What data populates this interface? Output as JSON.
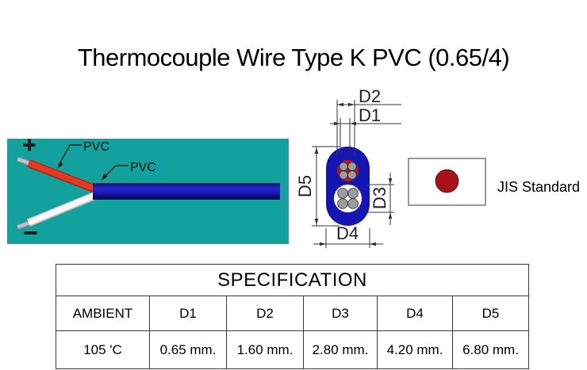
{
  "title": "Thermocouple Wire Type K PVC (0.65/4)",
  "wire_panel": {
    "polarity_positive_icon": "plus",
    "polarity_negative_icon": "minus",
    "pvc_label_wire": "PVC",
    "pvc_label_jacket": "PVC"
  },
  "cross_section": {
    "dim_d1": "D1",
    "dim_d2": "D2",
    "dim_d3": "D3",
    "dim_d4": "D4",
    "dim_d5": "D5"
  },
  "standard": {
    "flag_icon": "japan-flag",
    "label": "JIS Standard"
  },
  "spec_table": {
    "title": "SPECIFICATION",
    "columns": [
      "AMBIENT",
      "D1",
      "D2",
      "D3",
      "D4",
      "D5"
    ],
    "rows": [
      [
        "105 'C",
        "0.65 mm.",
        "1.60 mm.",
        "2.80 mm.",
        "4.20 mm.",
        "6.80 mm."
      ]
    ]
  },
  "colors": {
    "panel_teal": "#12A19C",
    "cable_blue": "#2525CE",
    "cable_blue_dark": "#03034E",
    "wire_red": "#E23A22",
    "wire_red_edge": "#A8281A",
    "wire_white": "#F8F8F8",
    "wire_white_edge": "#B9B9B9",
    "bare_wire_gray": "#C2C2CA",
    "section_blue": "#1515B2",
    "core_red": "#C11414",
    "core_white": "#FFFFFF",
    "strand_gray": "#9B9BA4",
    "flag_red": "#A81216",
    "dim_line": "#333333"
  }
}
